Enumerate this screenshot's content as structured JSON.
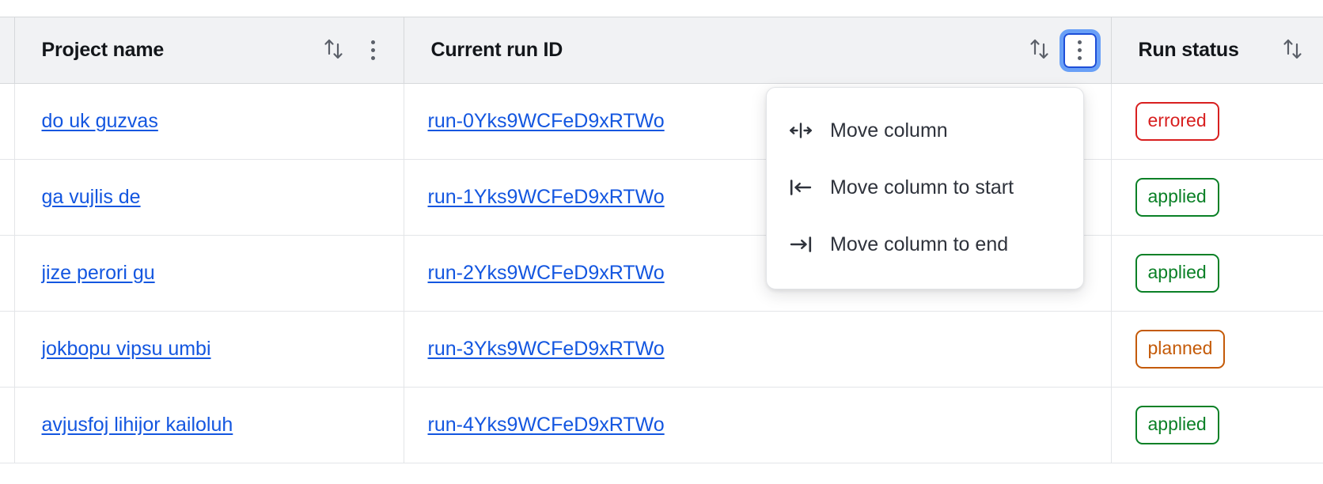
{
  "table": {
    "columns": [
      {
        "id": "project_name",
        "label": "Project name",
        "sort_icon": "sort-arrows-icon",
        "has_menu": true,
        "menu_focused": false
      },
      {
        "id": "current_run_id",
        "label": "Current run ID",
        "sort_icon": "sort-arrows-icon",
        "has_menu": true,
        "menu_focused": true
      },
      {
        "id": "run_status",
        "label": "Run status",
        "sort_icon": "sort-arrows-icon",
        "has_menu": false,
        "menu_focused": false
      }
    ],
    "rows": [
      {
        "project_name": "do uk guzvas",
        "current_run_id": "run-0Yks9WCFeD9xRTWo",
        "run_status": "errored",
        "status_kind": "errored"
      },
      {
        "project_name": "ga vujlis de",
        "current_run_id": "run-1Yks9WCFeD9xRTWo",
        "run_status": "applied",
        "status_kind": "applied"
      },
      {
        "project_name": "jize perori gu",
        "current_run_id": "run-2Yks9WCFeD9xRTWo",
        "run_status": "applied",
        "status_kind": "applied"
      },
      {
        "project_name": "jokbopu vipsu umbi",
        "current_run_id": "run-3Yks9WCFeD9xRTWo",
        "run_status": "planned",
        "status_kind": "planned"
      },
      {
        "project_name": "avjusfoj lihijor kailoluh",
        "current_run_id": "run-4Yks9WCFeD9xRTWo",
        "run_status": "applied",
        "status_kind": "applied"
      }
    ]
  },
  "column_menu": {
    "open_for_column": "Current run ID",
    "items": [
      {
        "icon": "move-column-icon",
        "label": "Move column"
      },
      {
        "icon": "move-column-to-start-icon",
        "label": "Move column to start"
      },
      {
        "icon": "move-column-to-end-icon",
        "label": "Move column to end"
      }
    ]
  },
  "colors": {
    "link": "#1356e0",
    "header_bg": "#f1f2f4",
    "focus_ring": "#69a0f7",
    "errored": "#d81f1f",
    "applied": "#0a8026",
    "planned": "#c45a08"
  }
}
